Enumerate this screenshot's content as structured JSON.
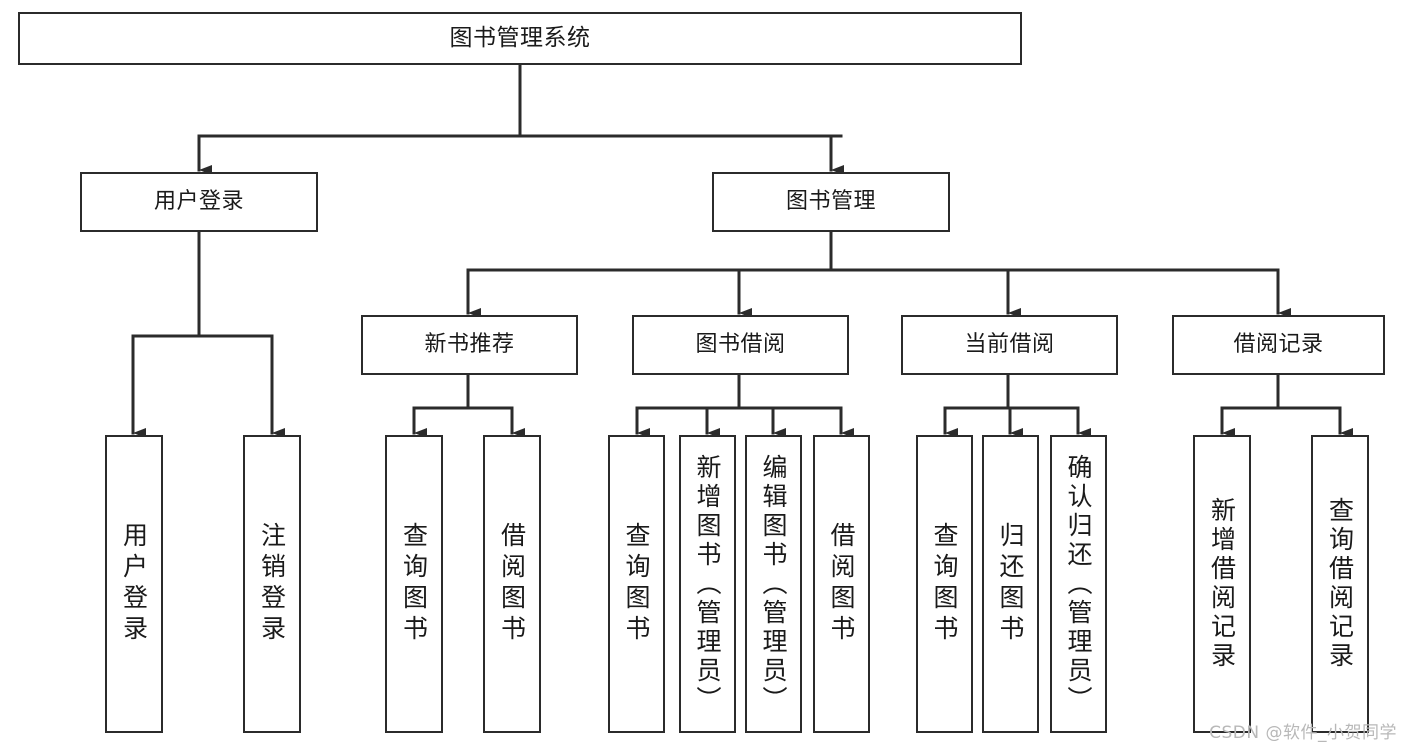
{
  "diagram": {
    "type": "tree-hierarchy",
    "title": "图书管理系统",
    "colors": {
      "stroke": "#2b2b2b",
      "fill": "#ffffff",
      "text": "#1a1a1a",
      "watermark": "#b8b8b8"
    },
    "levels": [
      {
        "level": 0,
        "nodes": [
          {
            "id": "root",
            "label": "图书管理系统"
          }
        ]
      },
      {
        "level": 1,
        "nodes": [
          {
            "id": "user-login",
            "label": "用户登录",
            "parent": "root"
          },
          {
            "id": "book-manage",
            "label": "图书管理",
            "parent": "root"
          }
        ]
      },
      {
        "level": 2,
        "nodes": [
          {
            "id": "new-book-rec",
            "label": "新书推荐",
            "parent": "book-manage"
          },
          {
            "id": "book-borrow",
            "label": "图书借阅",
            "parent": "book-manage"
          },
          {
            "id": "current-borrow",
            "label": "当前借阅",
            "parent": "book-manage"
          },
          {
            "id": "borrow-record",
            "label": "借阅记录",
            "parent": "book-manage"
          }
        ]
      },
      {
        "level": 3,
        "nodes": [
          {
            "id": "leaf-login",
            "label": "用户登录",
            "parent": "user-login"
          },
          {
            "id": "leaf-logout",
            "label": "注销登录",
            "parent": "user-login"
          },
          {
            "id": "leaf-rec-query",
            "label": "查询图书",
            "parent": "new-book-rec"
          },
          {
            "id": "leaf-rec-borrow",
            "label": "借阅图书",
            "parent": "new-book-rec"
          },
          {
            "id": "leaf-bb-query",
            "label": "查询图书",
            "parent": "book-borrow"
          },
          {
            "id": "leaf-bb-add",
            "label": "新增图书（管理员）",
            "parent": "book-borrow"
          },
          {
            "id": "leaf-bb-edit",
            "label": "编辑图书（管理员）",
            "parent": "book-borrow"
          },
          {
            "id": "leaf-bb-borrow",
            "label": "借阅图书",
            "parent": "book-borrow"
          },
          {
            "id": "leaf-cb-query",
            "label": "查询图书",
            "parent": "current-borrow"
          },
          {
            "id": "leaf-cb-return",
            "label": "归还图书",
            "parent": "current-borrow"
          },
          {
            "id": "leaf-cb-confirm",
            "label": "确认归还（管理员）",
            "parent": "current-borrow"
          },
          {
            "id": "leaf-br-add",
            "label": "新增借阅记录",
            "parent": "borrow-record"
          },
          {
            "id": "leaf-br-query",
            "label": "查询借阅记录",
            "parent": "borrow-record"
          }
        ]
      }
    ]
  },
  "watermark": {
    "text": "CSDN @软件_小贺同学"
  }
}
